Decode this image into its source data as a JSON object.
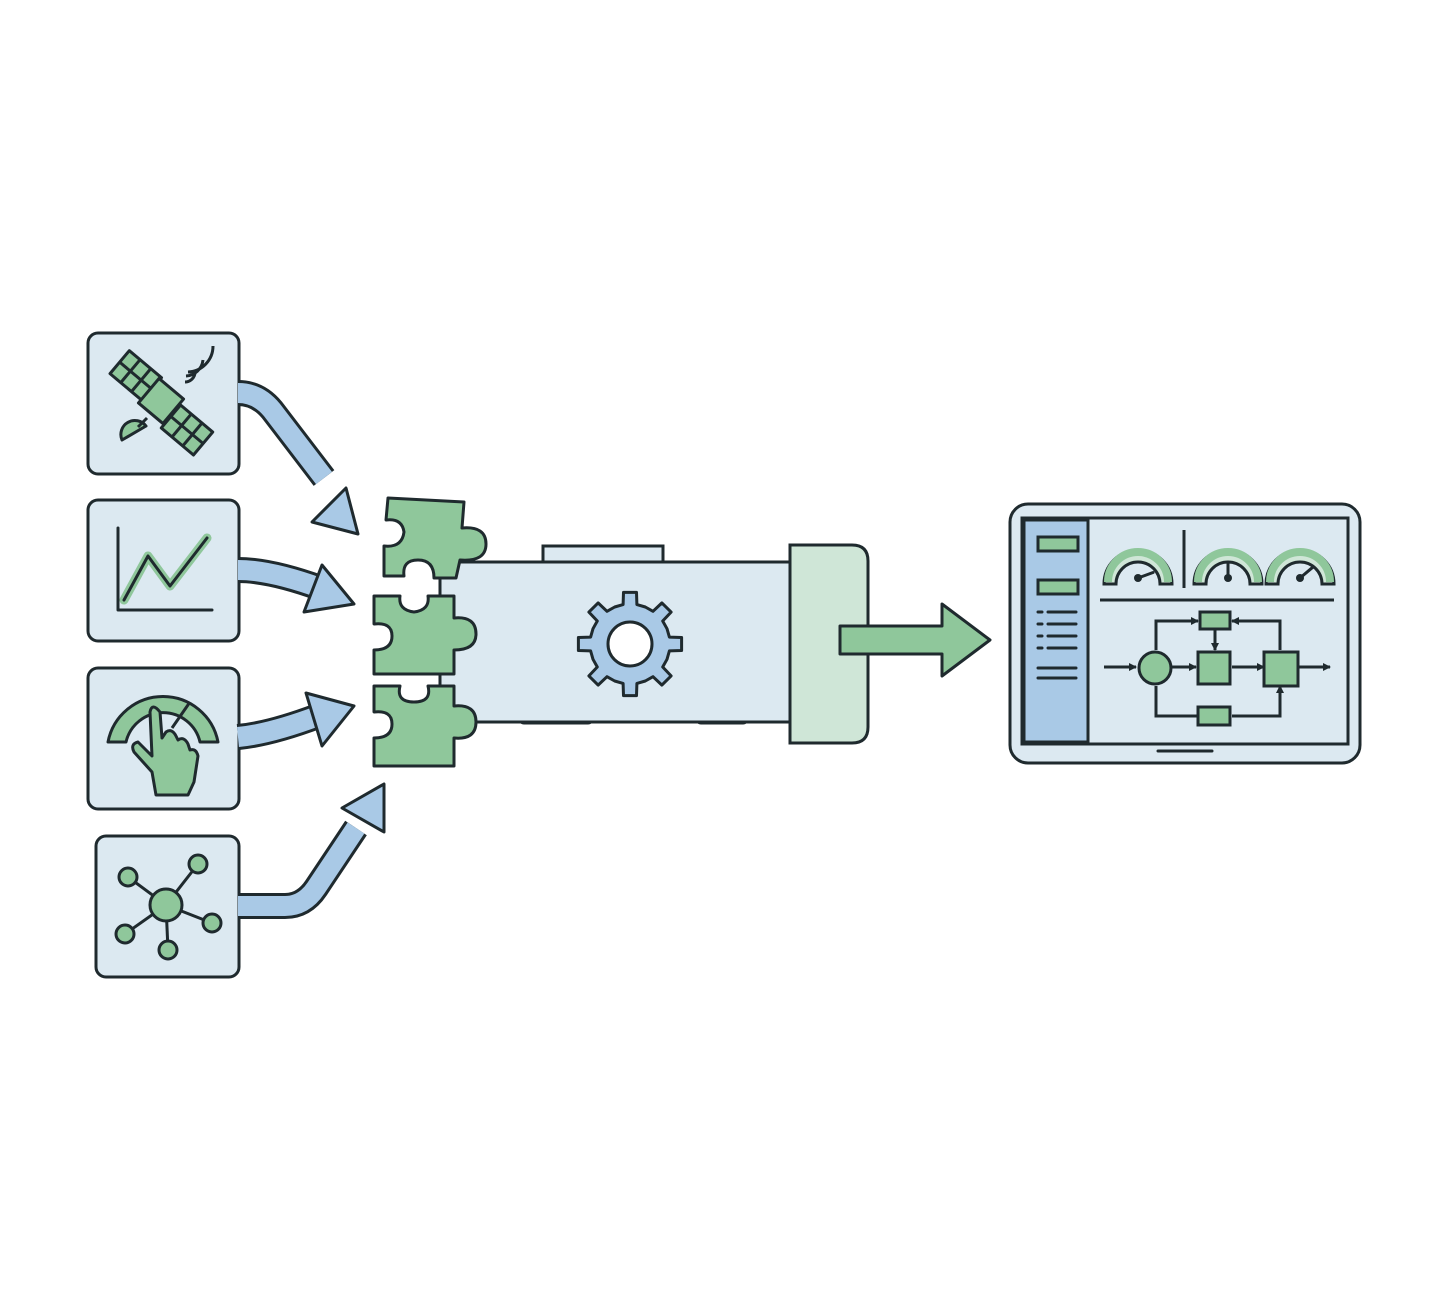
{
  "diagram": {
    "type": "data-integration-flow",
    "colors": {
      "outline": "#1f2a2e",
      "light_blue": "#dce9f1",
      "arrow_blue": "#a9c9e6",
      "green": "#8fc79b",
      "light_green": "#cfe6d7",
      "background": "#ffffff"
    },
    "sources": [
      {
        "id": "satellite",
        "icon": "satellite-icon"
      },
      {
        "id": "trend",
        "icon": "line-chart-icon"
      },
      {
        "id": "manual",
        "icon": "hand-gauge-icon"
      },
      {
        "id": "network",
        "icon": "network-hub-icon"
      }
    ],
    "connector": {
      "icon": "puzzle-pieces-icon",
      "count": 3
    },
    "processor": {
      "icon": "gear-icon"
    },
    "output_arrow": {
      "icon": "green-arrow-icon"
    },
    "dashboard": {
      "icon": "monitor-dashboard-icon",
      "gauges": 3,
      "flow_nodes": [
        "circle",
        "square",
        "square"
      ]
    }
  }
}
